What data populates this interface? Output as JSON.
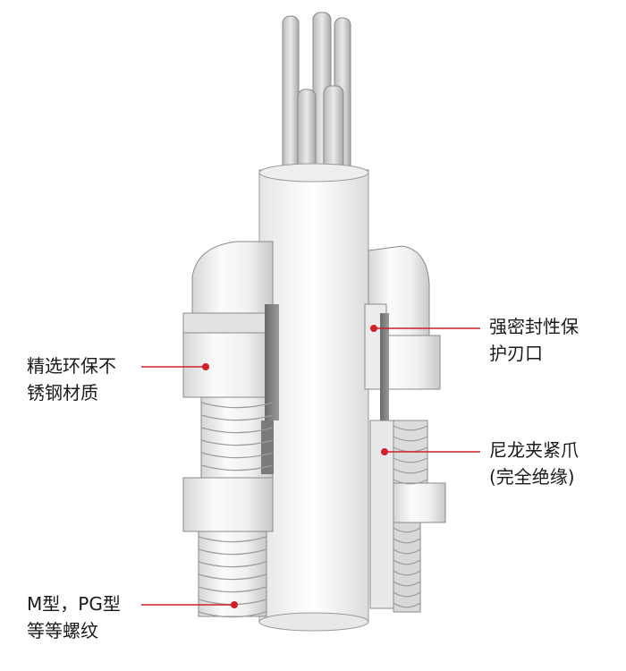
{
  "labels": {
    "top_left": {
      "line1": "精选环保不",
      "line2": "锈钢材质"
    },
    "top_right": {
      "line1": "强密封性保",
      "line2": "护刃口"
    },
    "middle_right": {
      "line1": "尼龙夹紧爪",
      "line2": "(完全绝缘)"
    },
    "bottom_left": {
      "line1": "M型，PG型",
      "line2": "等等螺纹"
    }
  },
  "colors": {
    "leader_line": "#d0202a",
    "body_light": "#f2f2f2",
    "body_shade": "#cfcfcf",
    "outline": "#8a8a8a",
    "cutaway": "#5a5a5a"
  }
}
